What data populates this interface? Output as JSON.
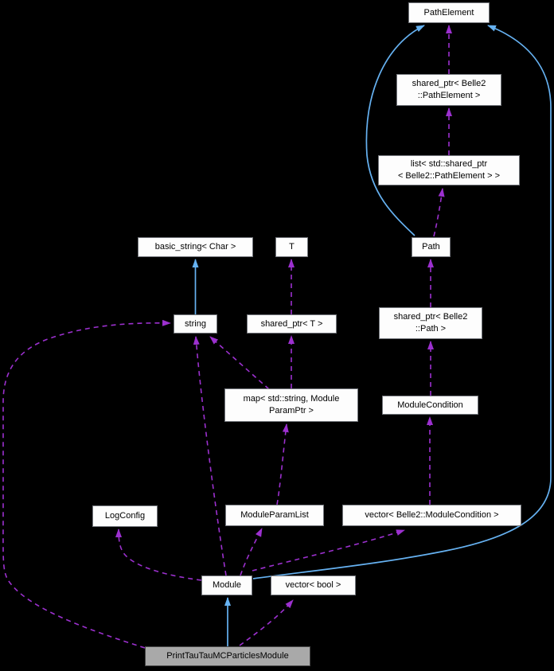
{
  "diagram": {
    "type": "collaboration-graph",
    "background": "#000000",
    "colors": {
      "background": "#000000",
      "node_fill": "#fdfdfd",
      "node_border": "#74777d",
      "highlight_fill": "#a9a9a9",
      "highlight_border": "#474747",
      "text": "#000000",
      "inheritance_arrow": "#66b2f2",
      "usage_arrow": "#9c30cf"
    },
    "nodes": {
      "pathelement": {
        "label": "PathElement"
      },
      "sp_pathelement": {
        "lines": [
          "shared_ptr< Belle2",
          "::PathElement >"
        ]
      },
      "list_sp_pathelement": {
        "lines": [
          "list< std::shared_ptr",
          "< Belle2::PathElement > >"
        ]
      },
      "basic_string": {
        "label": "basic_string< Char >"
      },
      "t": {
        "label": "T"
      },
      "path": {
        "label": "Path"
      },
      "string": {
        "label": "string"
      },
      "shared_ptr_t": {
        "label": "shared_ptr< T >"
      },
      "sp_path": {
        "lines": [
          "shared_ptr< Belle2",
          "::Path >"
        ]
      },
      "map_param": {
        "lines": [
          "map< std::string, Module",
          "ParamPtr >"
        ]
      },
      "module_condition": {
        "label": "ModuleCondition"
      },
      "log_config": {
        "label": "LogConfig"
      },
      "module_param_list": {
        "label": "ModuleParamList"
      },
      "vector_module_condition": {
        "label": "vector< Belle2::ModuleCondition >"
      },
      "module": {
        "label": "Module"
      },
      "vector_bool": {
        "label": "vector< bool >"
      },
      "print_tautau": {
        "label": "PrintTauTauMCParticlesModule",
        "highlighted": true
      }
    },
    "edges": [
      {
        "from": "string",
        "to": "basic_string",
        "type": "inheritance"
      },
      {
        "from": "print_tautau",
        "to": "module",
        "type": "inheritance"
      },
      {
        "from": "path",
        "to": "pathelement",
        "type": "inheritance"
      },
      {
        "from": "module",
        "to": "pathelement",
        "type": "inheritance"
      },
      {
        "from": "sp_pathelement",
        "to": "pathelement",
        "type": "usage"
      },
      {
        "from": "list_sp_pathelement",
        "to": "sp_pathelement",
        "type": "usage"
      },
      {
        "from": "path",
        "to": "list_sp_pathelement",
        "type": "usage"
      },
      {
        "from": "sp_path",
        "to": "path",
        "type": "usage"
      },
      {
        "from": "module_condition",
        "to": "sp_path",
        "type": "usage"
      },
      {
        "from": "vector_module_condition",
        "to": "module_condition",
        "type": "usage"
      },
      {
        "from": "shared_ptr_t",
        "to": "t",
        "type": "usage"
      },
      {
        "from": "map_param",
        "to": "shared_ptr_t",
        "type": "usage"
      },
      {
        "from": "map_param",
        "to": "string",
        "type": "usage"
      },
      {
        "from": "module_param_list",
        "to": "map_param",
        "type": "usage"
      },
      {
        "from": "module",
        "to": "string",
        "type": "usage"
      },
      {
        "from": "module",
        "to": "log_config",
        "type": "usage"
      },
      {
        "from": "module",
        "to": "module_param_list",
        "type": "usage"
      },
      {
        "from": "module",
        "to": "vector_module_condition",
        "type": "usage"
      },
      {
        "from": "print_tautau",
        "to": "vector_bool",
        "type": "usage"
      },
      {
        "from": "print_tautau",
        "to": "string",
        "type": "usage"
      }
    ]
  }
}
